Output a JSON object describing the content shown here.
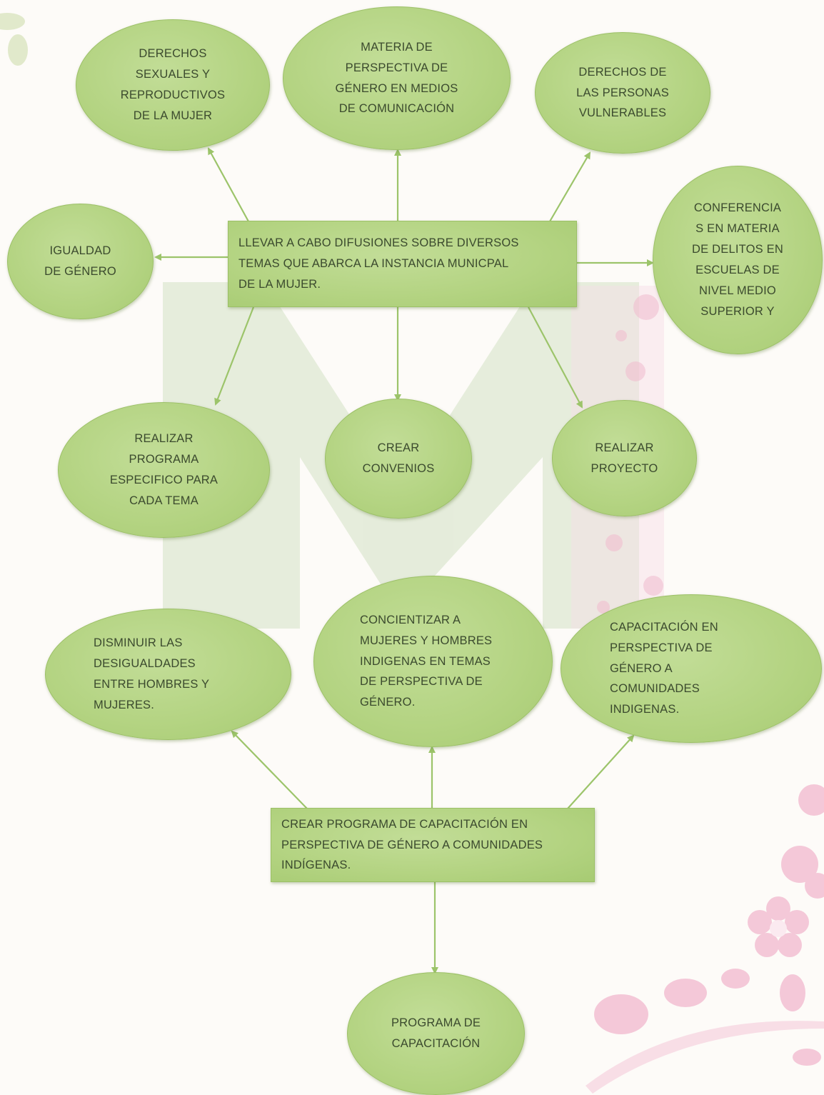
{
  "colors": {
    "node_fill": "#b3d381",
    "node_border": "#9cc067",
    "arrow": "#9cc46a",
    "text": "#3b4a2e",
    "watermark_green": "#dfe8d2",
    "watermark_pink": "#f1c6d6"
  },
  "diagram": {
    "central_top": "LLEVAR A CABO DIFUSIONES SOBRE DIVERSOS\nTEMAS QUE ABARCA LA INSTANCIA MUNICPAL\nDE LA MUJER.",
    "top_left": "DERECHOS\nSEXUALES Y\nREPRODUCTIVOS\nDE LA MUJER",
    "top_center": "MATERIA DE\nPERSPECTIVA DE\nGÉNERO EN MEDIOS\nDE COMUNICACIÓN",
    "top_right": "DERECHOS DE\nLAS PERSONAS\nVULNERABLES",
    "mid_left": "IGUALDAD\nDE GÉNERO",
    "mid_right": "CONFERENCIA\nS EN MATERIA\nDE DELITOS EN\nESCUELAS DE\nNIVEL MEDIO\nSUPERIOR Y",
    "low_left": "REALIZAR\nPROGRAMA\nESPECIFICO PARA\nCADA TEMA",
    "low_center": "CREAR\nCONVENIOS",
    "low_right": "REALIZAR\nPROYECTO",
    "row3_left": "DISMINUIR LAS\nDESIGUALDADES\nENTRE HOMBRES Y\nMUJERES.",
    "row3_center": "CONCIENTIZAR A\nMUJERES Y HOMBRES\nINDIGENAS EN TEMAS\nDE PERSPECTIVA DE\nGÉNERO.",
    "row3_right": "CAPACITACIÓN EN\nPERSPECTIVA DE\nGÉNERO A\nCOMUNIDADES\nINDIGENAS.",
    "central_bottom": "CREAR PROGRAMA DE CAPACITACIÓN EN\nPERSPECTIVA DE GÉNERO A COMUNIDADES\nINDÍGENAS.",
    "bottom": "PROGRAMA DE\nCAPACITACIÓN"
  }
}
